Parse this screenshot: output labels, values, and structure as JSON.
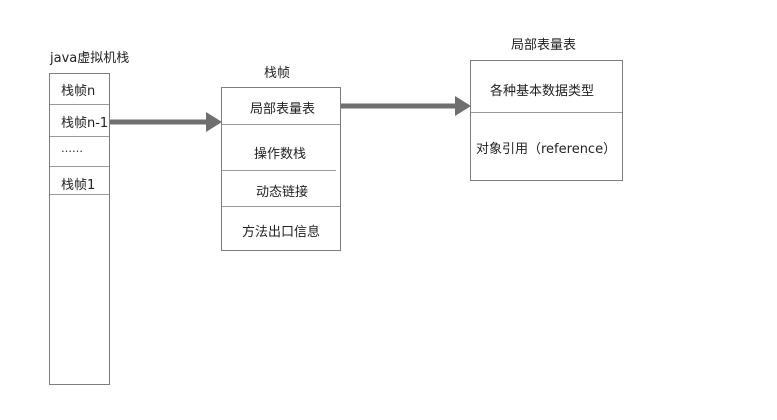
{
  "jvm_stack": {
    "title": "java虚拟机栈",
    "frames": [
      "栈帧n",
      "栈帧n-1",
      "……",
      "栈帧1"
    ]
  },
  "stack_frame": {
    "title": "栈帧",
    "parts": [
      "局部表量表",
      "操作数栈",
      "动态链接",
      "方法出口信息"
    ]
  },
  "local_var_table": {
    "title": "局部表量表",
    "parts": [
      "各种基本数据类型",
      "对象引用（reference）"
    ]
  },
  "colors": {
    "border": "#7d7d7d",
    "arrow": "#6f6f6f"
  }
}
